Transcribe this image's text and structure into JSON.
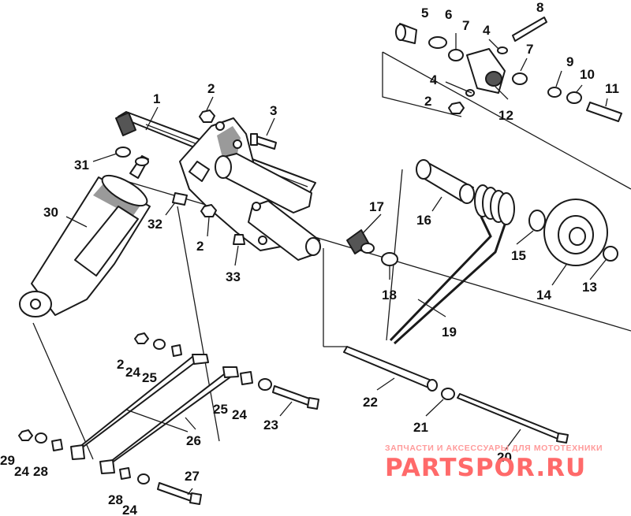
{
  "callouts": [
    "1",
    "2",
    "3",
    "4",
    "5",
    "6",
    "7",
    "8",
    "9",
    "10",
    "11",
    "12",
    "13",
    "14",
    "15",
    "16",
    "17",
    "18",
    "19",
    "20",
    "21",
    "22",
    "23",
    "24",
    "25",
    "26",
    "27",
    "28",
    "29",
    "30",
    "31",
    "32",
    "33"
  ],
  "watermark": {
    "tagline": "ЗАПЧАСТИ И АКСЕССУАРЫ ДЛЯ МОТОТЕХНИКИ",
    "brand": "PARTSPOR.RU",
    "colors": {
      "tagline": "#ff9a9a",
      "brand": "#ff6a6a"
    }
  }
}
